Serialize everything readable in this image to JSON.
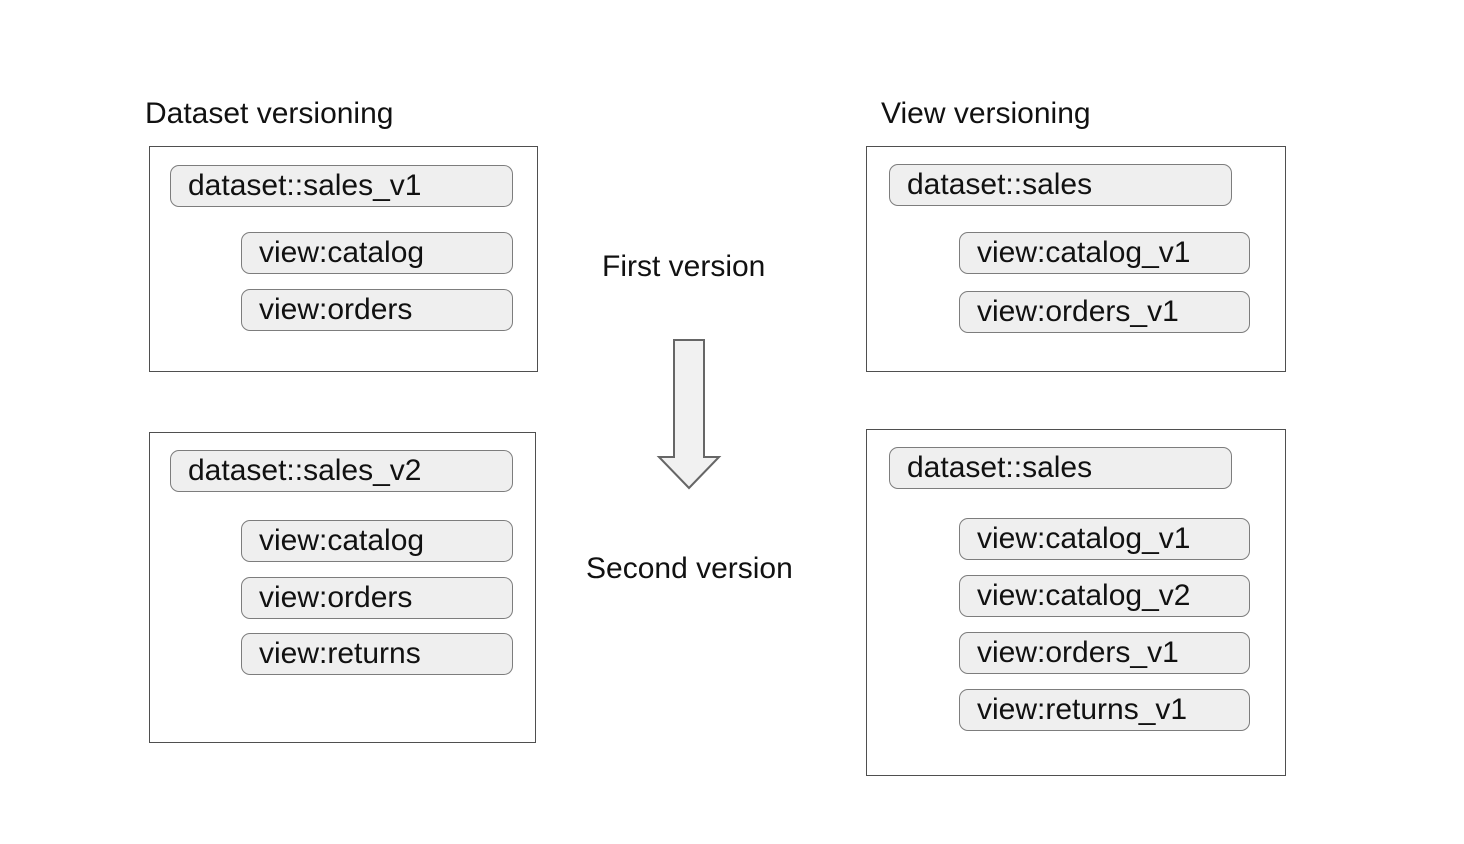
{
  "colors": {
    "background": "#ffffff",
    "text": "#111111",
    "box_border": "#4f4f4f",
    "pill_fill": "#efefef",
    "pill_border": "#7d7d7d",
    "arrow_fill": "#f1f1f1",
    "arrow_border": "#666666"
  },
  "columns": {
    "dataset_versioning": {
      "heading": "Dataset versioning",
      "first": {
        "dataset": "dataset::sales_v1",
        "views": [
          "view:catalog",
          "view:orders"
        ]
      },
      "second": {
        "dataset": "dataset::sales_v2",
        "views": [
          "view:catalog",
          "view:orders",
          "view:returns"
        ]
      }
    },
    "view_versioning": {
      "heading": "View versioning",
      "first": {
        "dataset": "dataset::sales",
        "views": [
          "view:catalog_v1",
          "view:orders_v1"
        ]
      },
      "second": {
        "dataset": "dataset::sales",
        "views": [
          "view:catalog_v1",
          "view:catalog_v2",
          "view:orders_v1",
          "view:returns_v1"
        ]
      }
    }
  },
  "center": {
    "first_label": "First version",
    "second_label": "Second version",
    "arrow_icon": "down-arrow"
  }
}
